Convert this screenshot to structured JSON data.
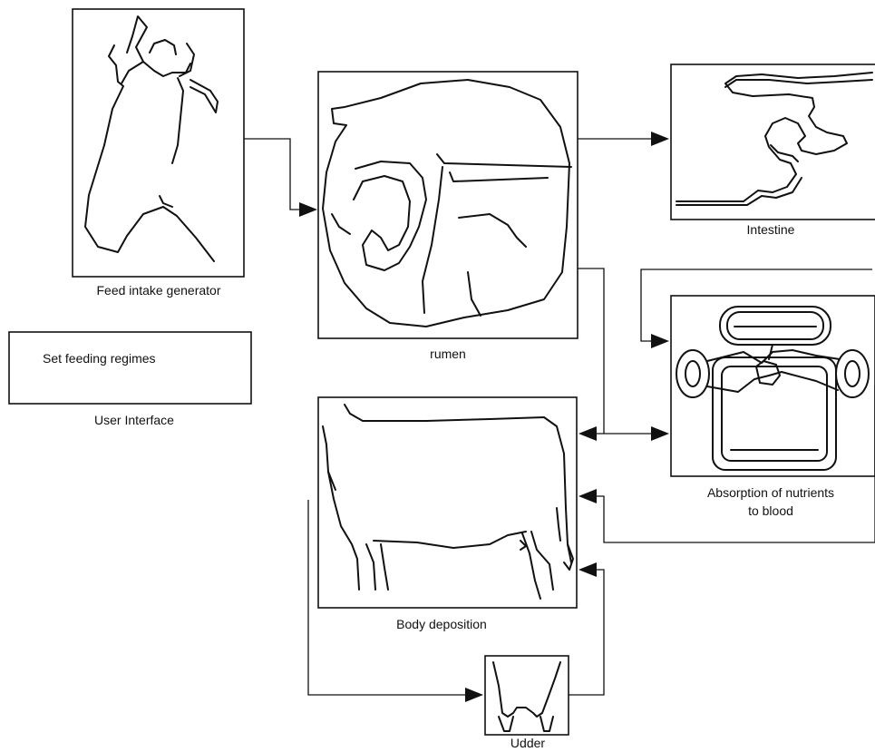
{
  "modules": {
    "feed_intake": "Feed intake generator",
    "user_interface_button": "Set feeding regimes",
    "user_interface": "User Interface",
    "rumen": "rumen",
    "intestine": "Intestine",
    "absorption_line1": "Absorption of nutrients",
    "absorption_line2": "to blood",
    "body_deposition": "Body deposition",
    "udder": "Udder"
  },
  "icons": {
    "feed_intake": "cow-head-icon",
    "rumen": "stomach-icon",
    "intestine": "intestine-icon",
    "absorption": "organ-system-icon",
    "body_deposition": "cow-body-icon",
    "udder": "udder-icon"
  },
  "colors": {
    "line": "#111111",
    "background": "#ffffff"
  }
}
